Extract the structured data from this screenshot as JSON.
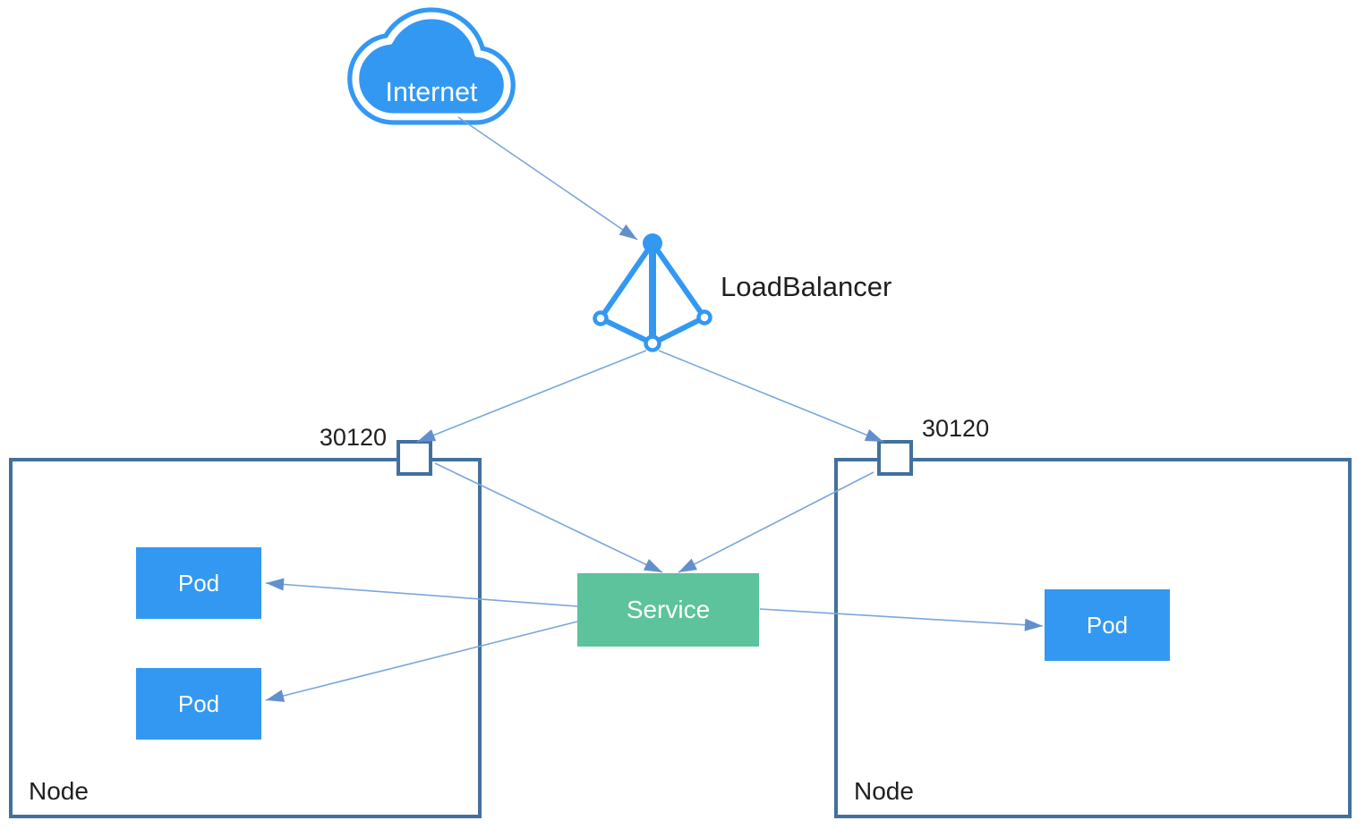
{
  "diagram": {
    "internet": {
      "label": "Internet"
    },
    "load_balancer": {
      "label": "LoadBalancer"
    },
    "service": {
      "label": "Service"
    },
    "nodes": [
      {
        "label": "Node",
        "port": "30120",
        "pods": [
          {
            "label": "Pod"
          },
          {
            "label": "Pod"
          }
        ]
      },
      {
        "label": "Node",
        "port": "30120",
        "pods": [
          {
            "label": "Pod"
          }
        ]
      }
    ],
    "icons": {
      "internet": "cloud-icon",
      "load_balancer": "load-balancer-network-icon",
      "node_port": "port-square"
    },
    "colors": {
      "accent_blue": "#3398F2",
      "service_green": "#5CC39C",
      "node_border": "#41719C",
      "connector_line": "#7BA6DC",
      "connector_arrow": "#6290CC",
      "text_dark": "#1F1F1F",
      "text_light": "#FFFFFF"
    }
  }
}
